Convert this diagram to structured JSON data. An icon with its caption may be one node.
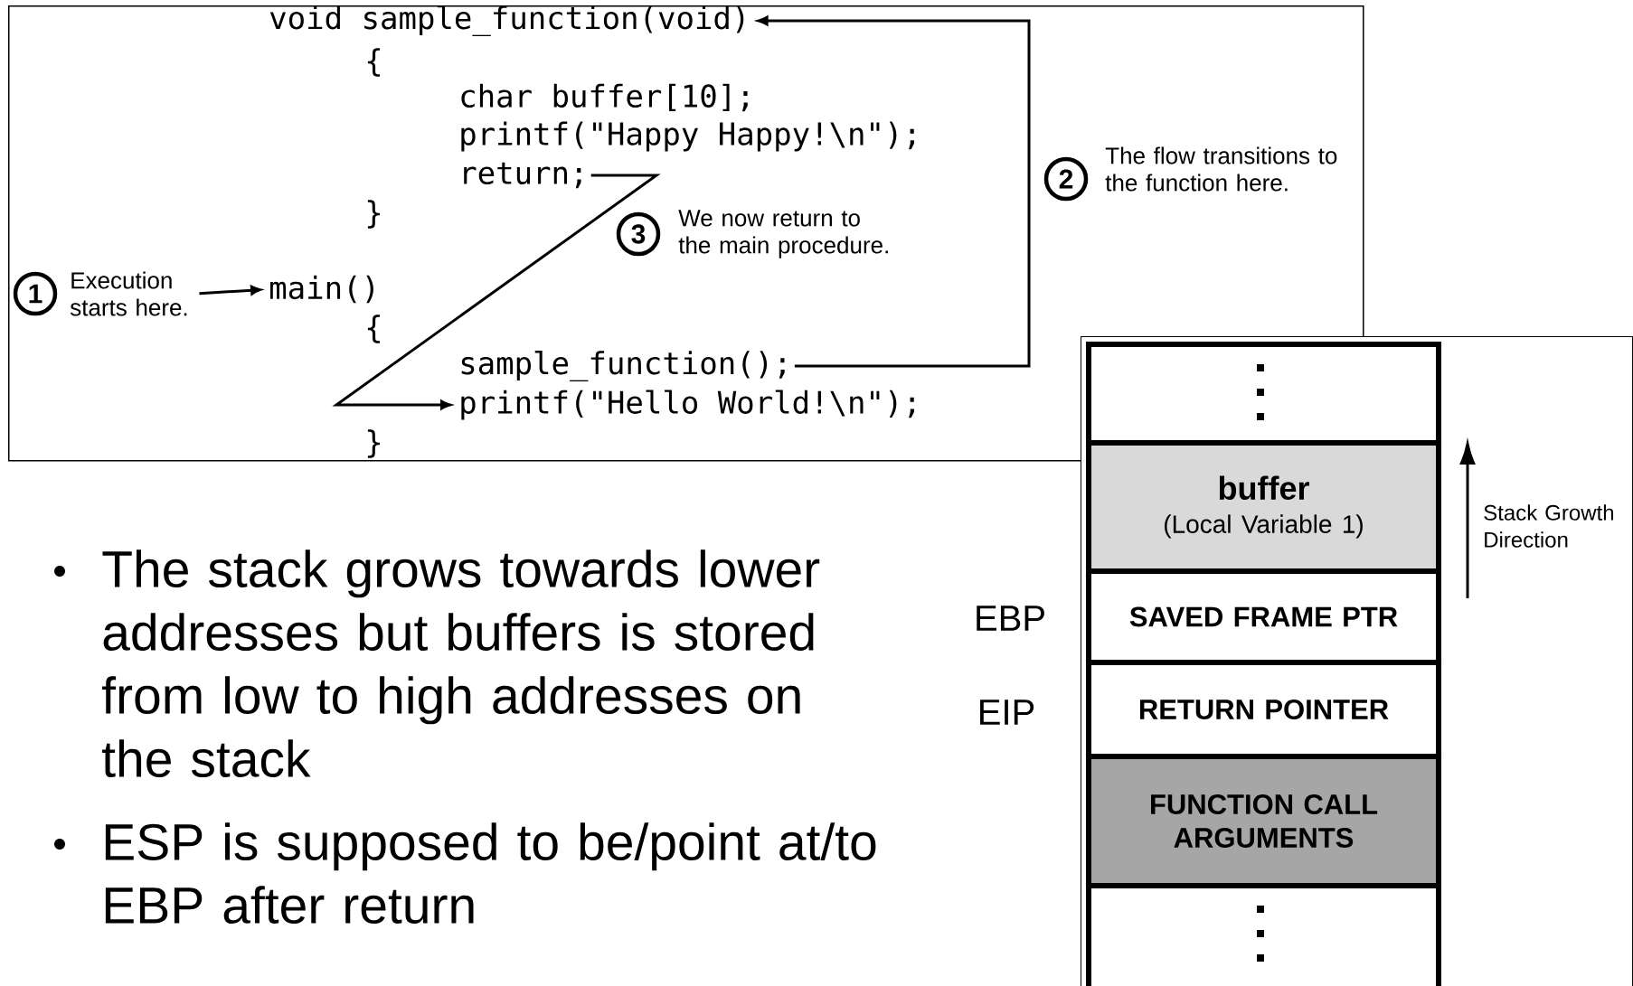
{
  "diagram": {
    "nodes": [
      {
        "text": [],
        "shape": "box"
      },
      {
        "text": [
          "void sample_function(void)"
        ],
        "in": 0
      },
      {
        "text": [
          "return;"
        ],
        "in": 0
      },
      {
        "text": [
          "Execution starts here."
        ],
        "beside": [
          "1"
        ],
        "in": 0
      },
      {
        "text": [
          "main()"
        ],
        "in": 0
      },
      {
        "text": [
          "sample_function();"
        ],
        "in": 0
      },
      {
        "text": [
          "printf(\"Hello World!\\n\");"
        ],
        "in": 0
      },
      {
        "text": [],
        "shape": "box"
      },
      {
        "text": [],
        "shape": "box",
        "in": 7
      },
      {
        "text": [
          "buffer",
          "(Local Variable 1)"
        ],
        "in": 7
      },
      {
        "text": [
          "SAVED FRAME PTR"
        ],
        "beside": [
          "EBP"
        ],
        "in": 7
      },
      {
        "text": [
          "RETURN POINTER"
        ],
        "beside": [
          "EIP"
        ],
        "in": 7
      },
      {
        "text": [
          "FUNCTION CALL ARGUMENTS"
        ],
        "in": 7
      },
      {
        "text": [],
        "shape": "box",
        "in": 7
      }
    ],
    "edges": [
      {
        "from": 3,
        "to": 4,
        "arrow": "to"
      },
      {
        "from": 5,
        "to": 1,
        "arrow": "to",
        "label": "The flow transitions to the function here."
      },
      {
        "from": 2,
        "to": 6,
        "arrow": "to",
        "label": "We now return to the main procedure."
      }
    ],
    "labels": [
      "{",
      "char buffer[10];",
      "printf(\"Happy Happy!\\n\");",
      "}",
      "2",
      "3",
      "{",
      "}",
      "Stack Growth Direction",
      "The stack grows towards lower addresses but buffers is stored from low to high addresses on the stack",
      "ESP is supposed to be/point at/to EBP after return"
    ]
  }
}
